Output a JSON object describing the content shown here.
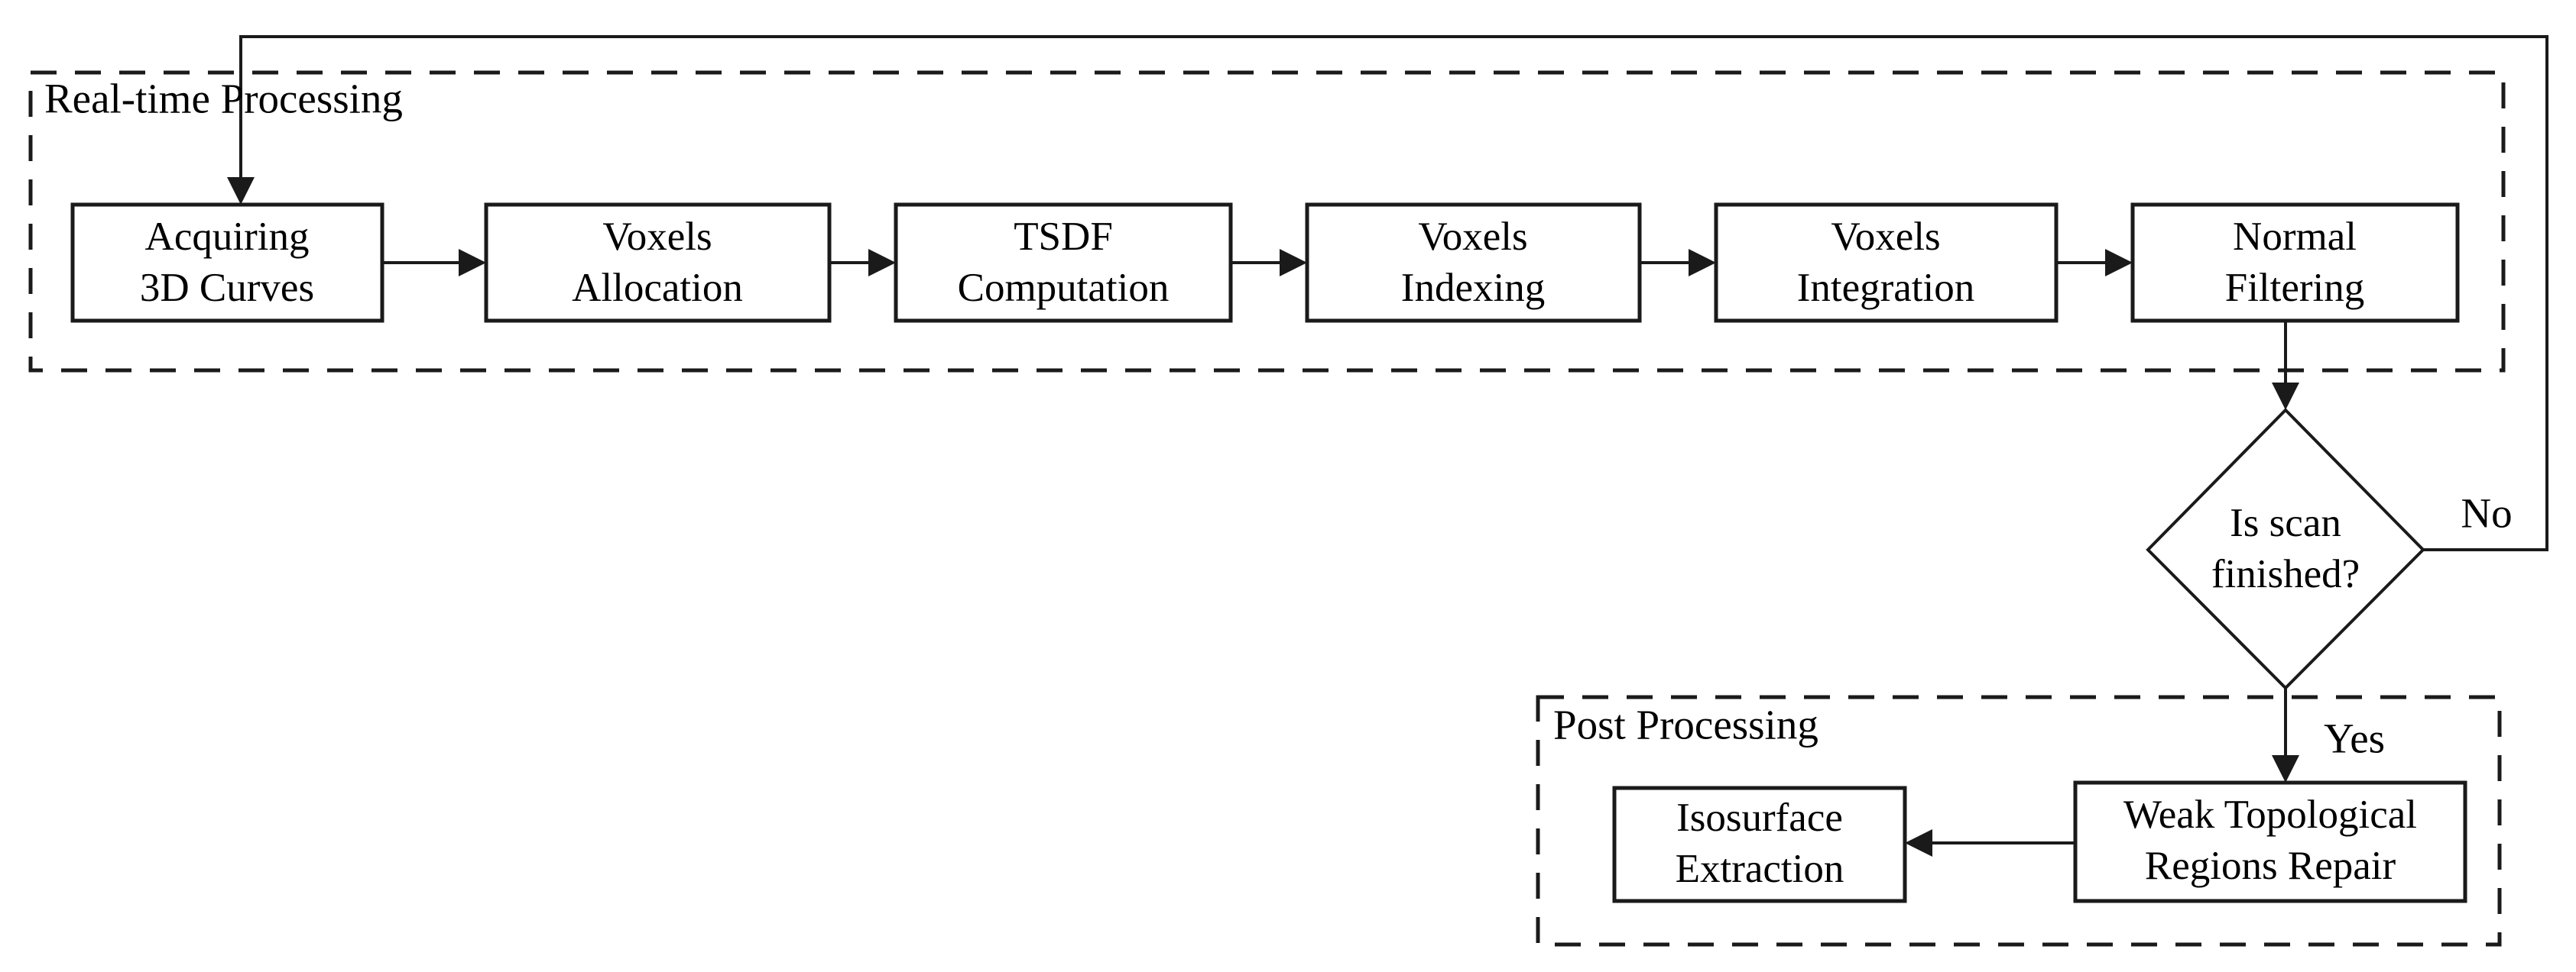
{
  "diagram": {
    "title": "3D scanning reconstruction pipeline flowchart",
    "groups": [
      {
        "id": "realtime",
        "label": "Real-time Processing"
      },
      {
        "id": "post",
        "label": "Post Processing"
      }
    ],
    "pipeline_nodes": [
      {
        "id": "acquire",
        "line1": "Acquiring",
        "line2": "3D Curves"
      },
      {
        "id": "alloc",
        "line1": "Voxels",
        "line2": "Allocation"
      },
      {
        "id": "tsdf",
        "line1": "TSDF",
        "line2": "Computation"
      },
      {
        "id": "index",
        "line1": "Voxels",
        "line2": "Indexing"
      },
      {
        "id": "integrate",
        "line1": "Voxels",
        "line2": "Integration"
      },
      {
        "id": "normal",
        "line1": "Normal",
        "line2": "Filtering"
      }
    ],
    "decision": {
      "id": "scan-finished",
      "line1": "Is scan",
      "line2": "finished?"
    },
    "post_nodes": [
      {
        "id": "repair",
        "line1": "Weak Topological",
        "line2": "Regions Repair"
      },
      {
        "id": "isosurface",
        "line1": "Isosurface",
        "line2": "Extraction"
      }
    ],
    "edge_labels": {
      "no": "No",
      "yes": "Yes"
    },
    "colors": {
      "stroke": "#1a1a1a",
      "background": "#ffffff",
      "text": "#000000"
    }
  }
}
